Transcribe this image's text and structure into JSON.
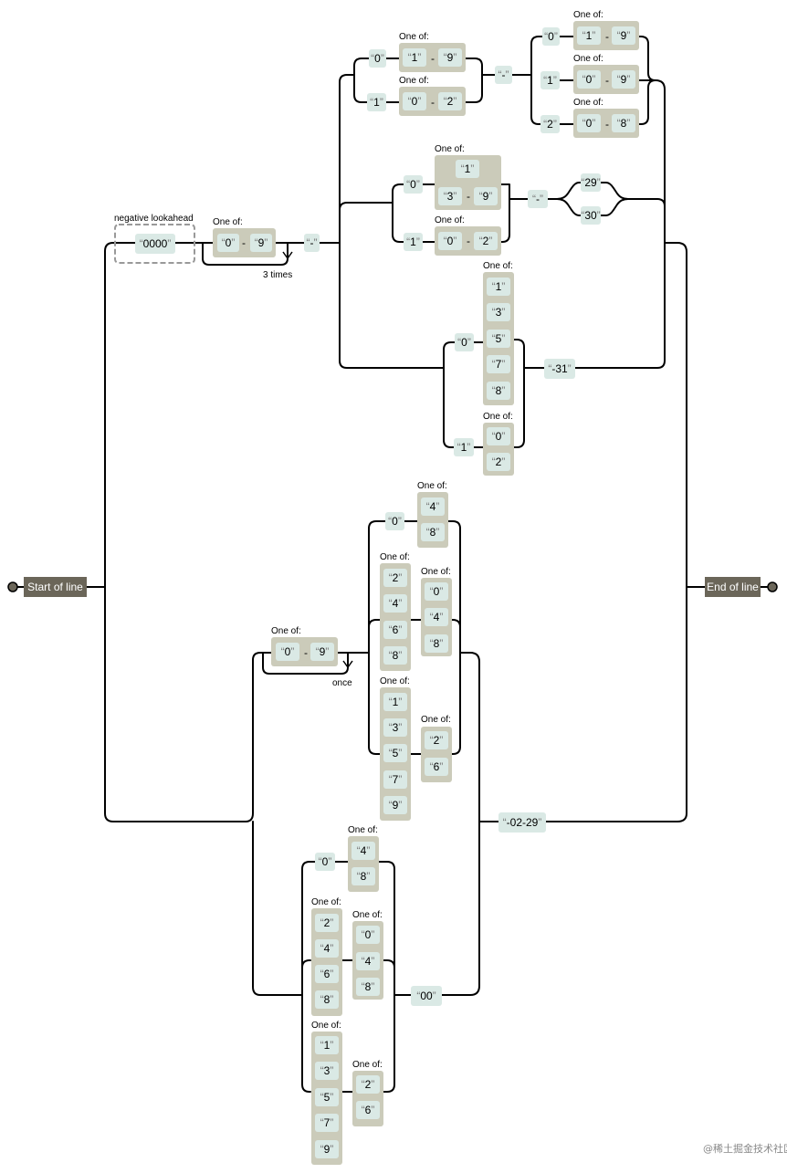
{
  "anchors": {
    "start": "Start of line",
    "end": "End of line"
  },
  "labels": {
    "one_of": "One of:",
    "negative_lookahead": "negative lookahead",
    "three_times": "3 times",
    "once": "once"
  },
  "literals": {
    "l_0000": "0000",
    "l_0": "0",
    "l_1": "1",
    "l_2": "2",
    "l_3": "3",
    "l_4": "4",
    "l_5": "5",
    "l_6": "6",
    "l_7": "7",
    "l_8": "8",
    "l_9": "9",
    "l_dash": "-",
    "l_29": "29",
    "l_30": "30",
    "l_m31": "-31",
    "l_00": "00",
    "l_m0229": "-02-29"
  },
  "range_sep": "-",
  "colors": {
    "wire": "#000000",
    "set": "#cbcbba",
    "literal": "#dae9e5",
    "anchor": "#6b6659"
  },
  "watermark": "@稀土掘金技术社区"
}
